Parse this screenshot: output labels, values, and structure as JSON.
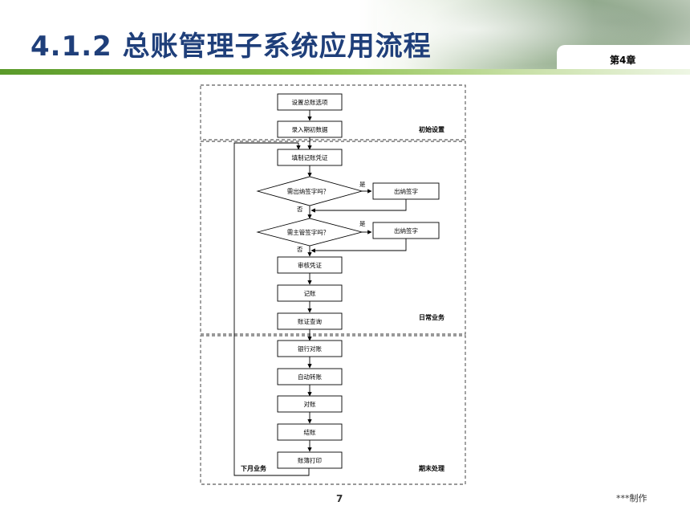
{
  "slide": {
    "title": "4.1.2 总账管理子系统应用流程",
    "chapter": "第4章",
    "page_number": "7",
    "maker": "***制作"
  },
  "diagram": {
    "sections": {
      "setup": "初始设置",
      "daily": "日常业务",
      "period_end": "期末处理",
      "next_month": "下月业务"
    },
    "steps": {
      "set_options": "设置总账选项",
      "enter_balances": "录入期初数据",
      "fill_voucher": "填制记账凭证",
      "cashier_question": "需出纳签字吗？",
      "cashier_sign_1": "出纳签字",
      "supervisor_question": "需主管签字吗？",
      "cashier_sign_2": "出纳签字",
      "review_voucher": "审核凭证",
      "post_ledger": "记账",
      "voucher_query": "账证查询",
      "bank_reconcile": "银行对账",
      "auto_transfer": "自动转账",
      "check_accounts": "对账",
      "close_accounts": "结账",
      "print_books": "账簿打印"
    },
    "branches": {
      "yes_1": "是",
      "no_1": "否",
      "yes_2": "是",
      "no_2": "否"
    }
  }
}
